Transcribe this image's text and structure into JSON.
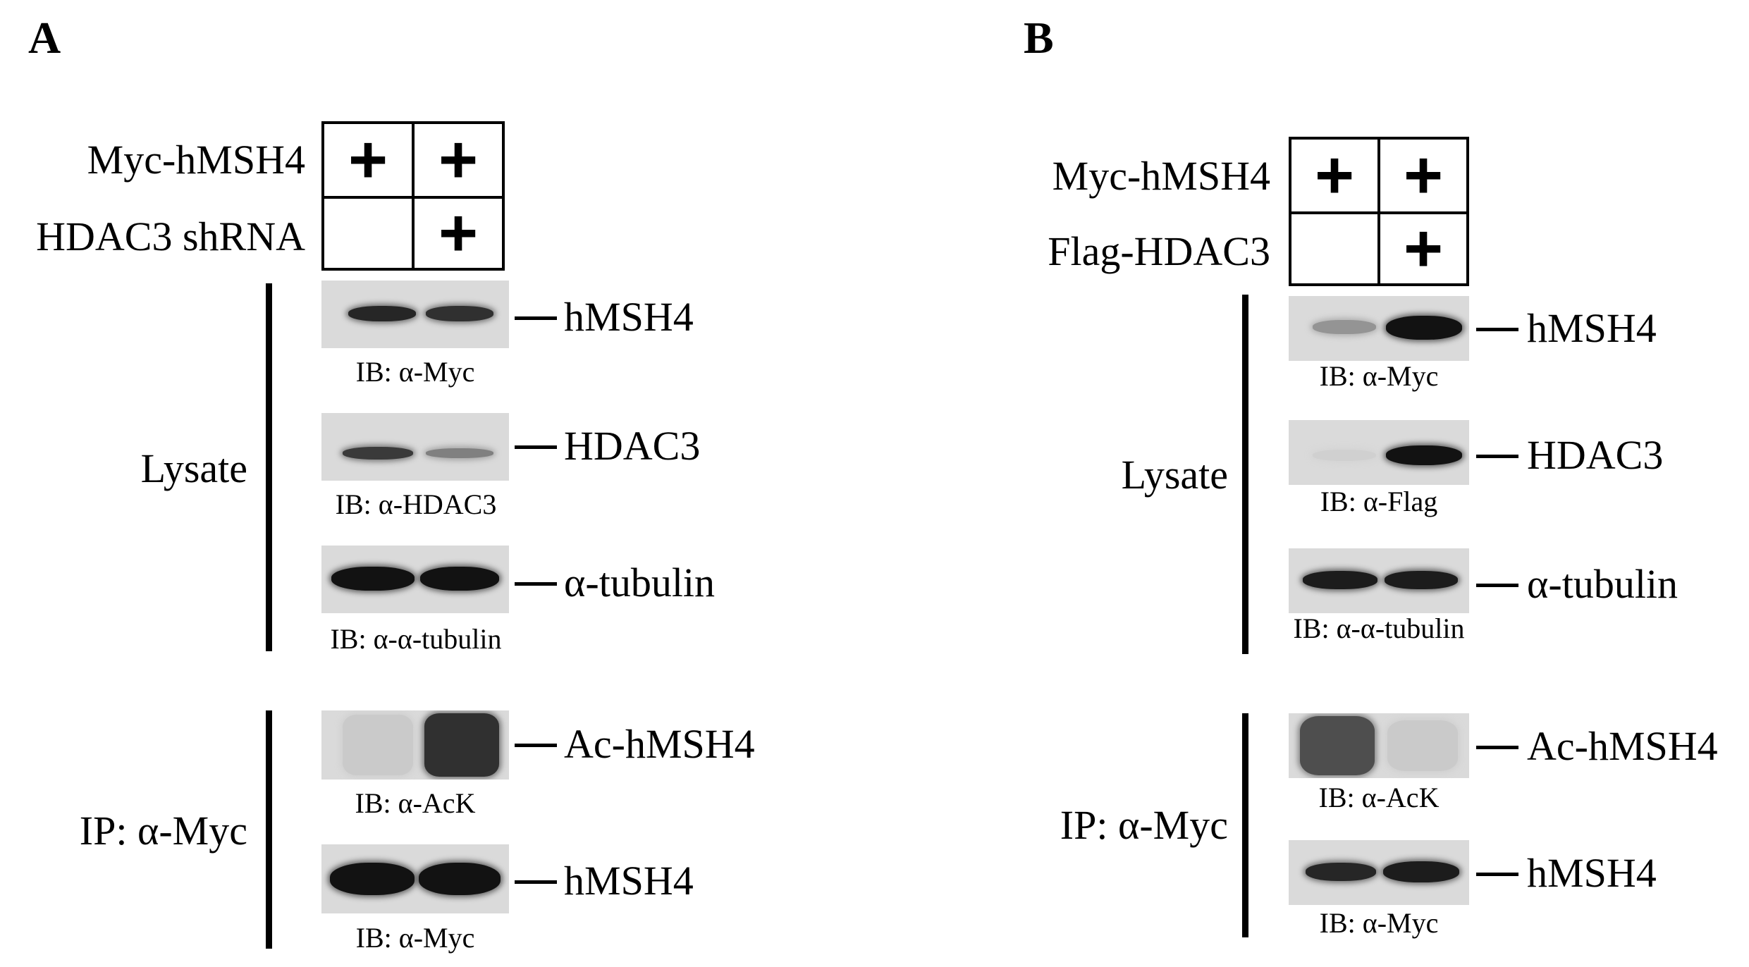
{
  "panels": [
    {
      "letter": "A",
      "conditions": [
        {
          "label": "Myc-hMSH4",
          "lanes": [
            "+",
            "+"
          ]
        },
        {
          "label": "HDAC3 shRNA",
          "lanes": [
            "",
            "+"
          ]
        }
      ],
      "groups": [
        "Lysate",
        "IP: α-Myc"
      ],
      "blots": [
        {
          "protein": "hMSH4",
          "ib": "IB: α-Myc",
          "lane_intensity": [
            0.9,
            0.85
          ]
        },
        {
          "protein": "HDAC3",
          "ib": "IB: α-HDAC3",
          "lane_intensity": [
            0.8,
            0.45
          ]
        },
        {
          "protein": "α-tubulin",
          "ib": "IB: α-α-tubulin",
          "lane_intensity": [
            1.0,
            1.0
          ]
        },
        {
          "protein": "Ac-hMSH4",
          "ib": "IB: α-AcK",
          "lane_intensity": [
            0.08,
            0.85
          ]
        },
        {
          "protein": "hMSH4",
          "ib": "IB: α-Myc",
          "lane_intensity": [
            1.0,
            1.0
          ]
        }
      ]
    },
    {
      "letter": "B",
      "conditions": [
        {
          "label": "Myc-hMSH4",
          "lanes": [
            "+",
            "+"
          ]
        },
        {
          "label": "Flag-HDAC3",
          "lanes": [
            "",
            "+"
          ]
        }
      ],
      "groups": [
        "Lysate",
        "IP: α-Myc"
      ],
      "blots": [
        {
          "protein": "hMSH4",
          "ib": "IB: α-Myc",
          "lane_intensity": [
            0.35,
            1.0
          ]
        },
        {
          "protein": "HDAC3",
          "ib": "IB: α-Flag",
          "lane_intensity": [
            0.05,
            1.0
          ]
        },
        {
          "protein": "α-tubulin",
          "ib": "IB: α-α-tubulin",
          "lane_intensity": [
            0.95,
            0.95
          ]
        },
        {
          "protein": "Ac-hMSH4",
          "ib": "IB: α-AcK",
          "lane_intensity": [
            0.7,
            0.08
          ]
        },
        {
          "protein": "hMSH4",
          "ib": "IB: α-Myc",
          "lane_intensity": [
            0.9,
            0.95
          ]
        }
      ]
    }
  ]
}
